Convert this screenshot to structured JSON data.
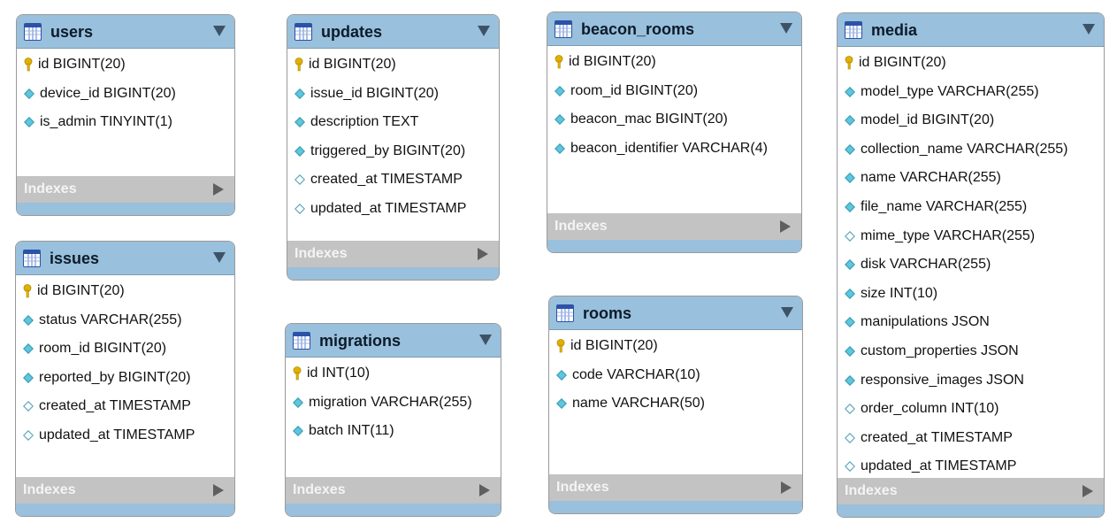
{
  "indexes_label": "Indexes",
  "colors": {
    "header": "#99c0dc",
    "indexes_bar": "#c3c3c3",
    "primary_key_icon": "#e0b100",
    "column_icon": "#5fc6db"
  },
  "tables": [
    {
      "name": "users",
      "columns": [
        {
          "text": "id BIGINT(20)",
          "icon": "key-icon"
        },
        {
          "text": "device_id BIGINT(20)",
          "icon": "filled-diamond-icon"
        },
        {
          "text": "is_admin TINYINT(1)",
          "icon": "filled-diamond-icon"
        }
      ]
    },
    {
      "name": "issues",
      "columns": [
        {
          "text": "id BIGINT(20)",
          "icon": "key-icon"
        },
        {
          "text": "status VARCHAR(255)",
          "icon": "filled-diamond-icon"
        },
        {
          "text": "room_id BIGINT(20)",
          "icon": "filled-diamond-icon"
        },
        {
          "text": "reported_by BIGINT(20)",
          "icon": "filled-diamond-icon"
        },
        {
          "text": "created_at TIMESTAMP",
          "icon": "hollow-diamond-icon"
        },
        {
          "text": "updated_at TIMESTAMP",
          "icon": "hollow-diamond-icon"
        }
      ]
    },
    {
      "name": "updates",
      "columns": [
        {
          "text": "id BIGINT(20)",
          "icon": "key-icon"
        },
        {
          "text": "issue_id BIGINT(20)",
          "icon": "filled-diamond-icon"
        },
        {
          "text": "description TEXT",
          "icon": "filled-diamond-icon"
        },
        {
          "text": "triggered_by BIGINT(20)",
          "icon": "filled-diamond-icon"
        },
        {
          "text": "created_at TIMESTAMP",
          "icon": "hollow-diamond-icon"
        },
        {
          "text": "updated_at TIMESTAMP",
          "icon": "hollow-diamond-icon"
        }
      ]
    },
    {
      "name": "migrations",
      "columns": [
        {
          "text": "id INT(10)",
          "icon": "key-icon"
        },
        {
          "text": "migration VARCHAR(255)",
          "icon": "filled-diamond-icon"
        },
        {
          "text": "batch INT(11)",
          "icon": "filled-diamond-icon"
        }
      ]
    },
    {
      "name": "beacon_rooms",
      "columns": [
        {
          "text": "id BIGINT(20)",
          "icon": "key-icon"
        },
        {
          "text": "room_id BIGINT(20)",
          "icon": "filled-diamond-icon"
        },
        {
          "text": "beacon_mac BIGINT(20)",
          "icon": "filled-diamond-icon"
        },
        {
          "text": "beacon_identifier VARCHAR(4)",
          "icon": "filled-diamond-icon"
        }
      ]
    },
    {
      "name": "rooms",
      "columns": [
        {
          "text": "id BIGINT(20)",
          "icon": "key-icon"
        },
        {
          "text": "code VARCHAR(10)",
          "icon": "filled-diamond-icon"
        },
        {
          "text": "name VARCHAR(50)",
          "icon": "filled-diamond-icon"
        }
      ]
    },
    {
      "name": "media",
      "columns": [
        {
          "text": "id BIGINT(20)",
          "icon": "key-icon"
        },
        {
          "text": "model_type VARCHAR(255)",
          "icon": "filled-diamond-icon"
        },
        {
          "text": "model_id BIGINT(20)",
          "icon": "filled-diamond-icon"
        },
        {
          "text": "collection_name VARCHAR(255)",
          "icon": "filled-diamond-icon"
        },
        {
          "text": "name VARCHAR(255)",
          "icon": "filled-diamond-icon"
        },
        {
          "text": "file_name VARCHAR(255)",
          "icon": "filled-diamond-icon"
        },
        {
          "text": "mime_type VARCHAR(255)",
          "icon": "hollow-diamond-icon"
        },
        {
          "text": "disk VARCHAR(255)",
          "icon": "filled-diamond-icon"
        },
        {
          "text": "size INT(10)",
          "icon": "filled-diamond-icon"
        },
        {
          "text": "manipulations JSON",
          "icon": "filled-diamond-icon"
        },
        {
          "text": "custom_properties JSON",
          "icon": "filled-diamond-icon"
        },
        {
          "text": "responsive_images JSON",
          "icon": "filled-diamond-icon"
        },
        {
          "text": "order_column INT(10)",
          "icon": "hollow-diamond-icon"
        },
        {
          "text": "created_at TIMESTAMP",
          "icon": "hollow-diamond-icon"
        },
        {
          "text": "updated_at TIMESTAMP",
          "icon": "hollow-diamond-icon"
        }
      ]
    }
  ]
}
